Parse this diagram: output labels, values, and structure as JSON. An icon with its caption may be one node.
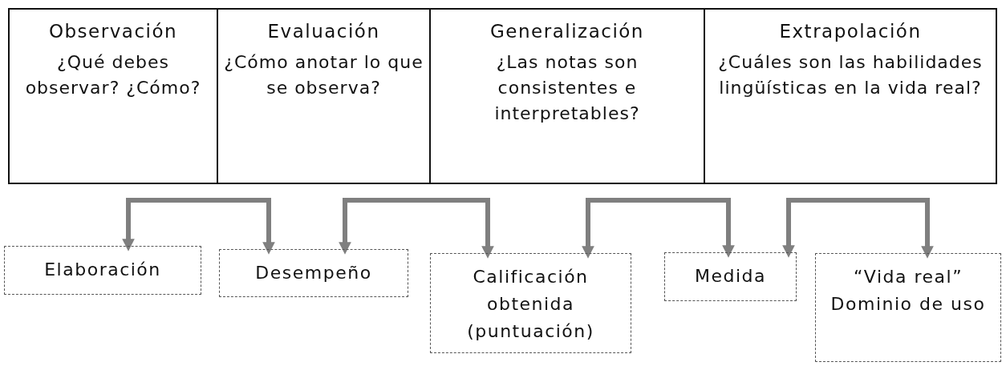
{
  "diagram": {
    "nodes": [
      {
        "text": [
          "Observación",
          "¿Qué debes observar? ¿Cómo?"
        ]
      },
      {
        "text": [
          "Evaluación",
          "¿Cómo anotar lo que se observa?"
        ]
      },
      {
        "text": [
          "Generalización",
          "¿Las notas son consistentes e interpretables?"
        ]
      },
      {
        "text": [
          "Extrapolación",
          "¿Cuáles son las habilidades lingüísticas en la vida real?"
        ]
      },
      {
        "text": [
          "Elaboración"
        ]
      },
      {
        "text": [
          "Desempeño"
        ]
      },
      {
        "text": [
          "Calificación obtenida (puntuación)"
        ]
      },
      {
        "text": [
          "Medida"
        ]
      },
      {
        "text": [
          "“Vida real” Dominio de uso"
        ]
      }
    ],
    "edges": [
      {
        "from": 4,
        "to": 5,
        "arrow": "both"
      },
      {
        "from": 5,
        "to": 6,
        "arrow": "both"
      },
      {
        "from": 6,
        "to": 7,
        "arrow": "both"
      },
      {
        "from": 7,
        "to": 8,
        "arrow": "both"
      }
    ]
  }
}
